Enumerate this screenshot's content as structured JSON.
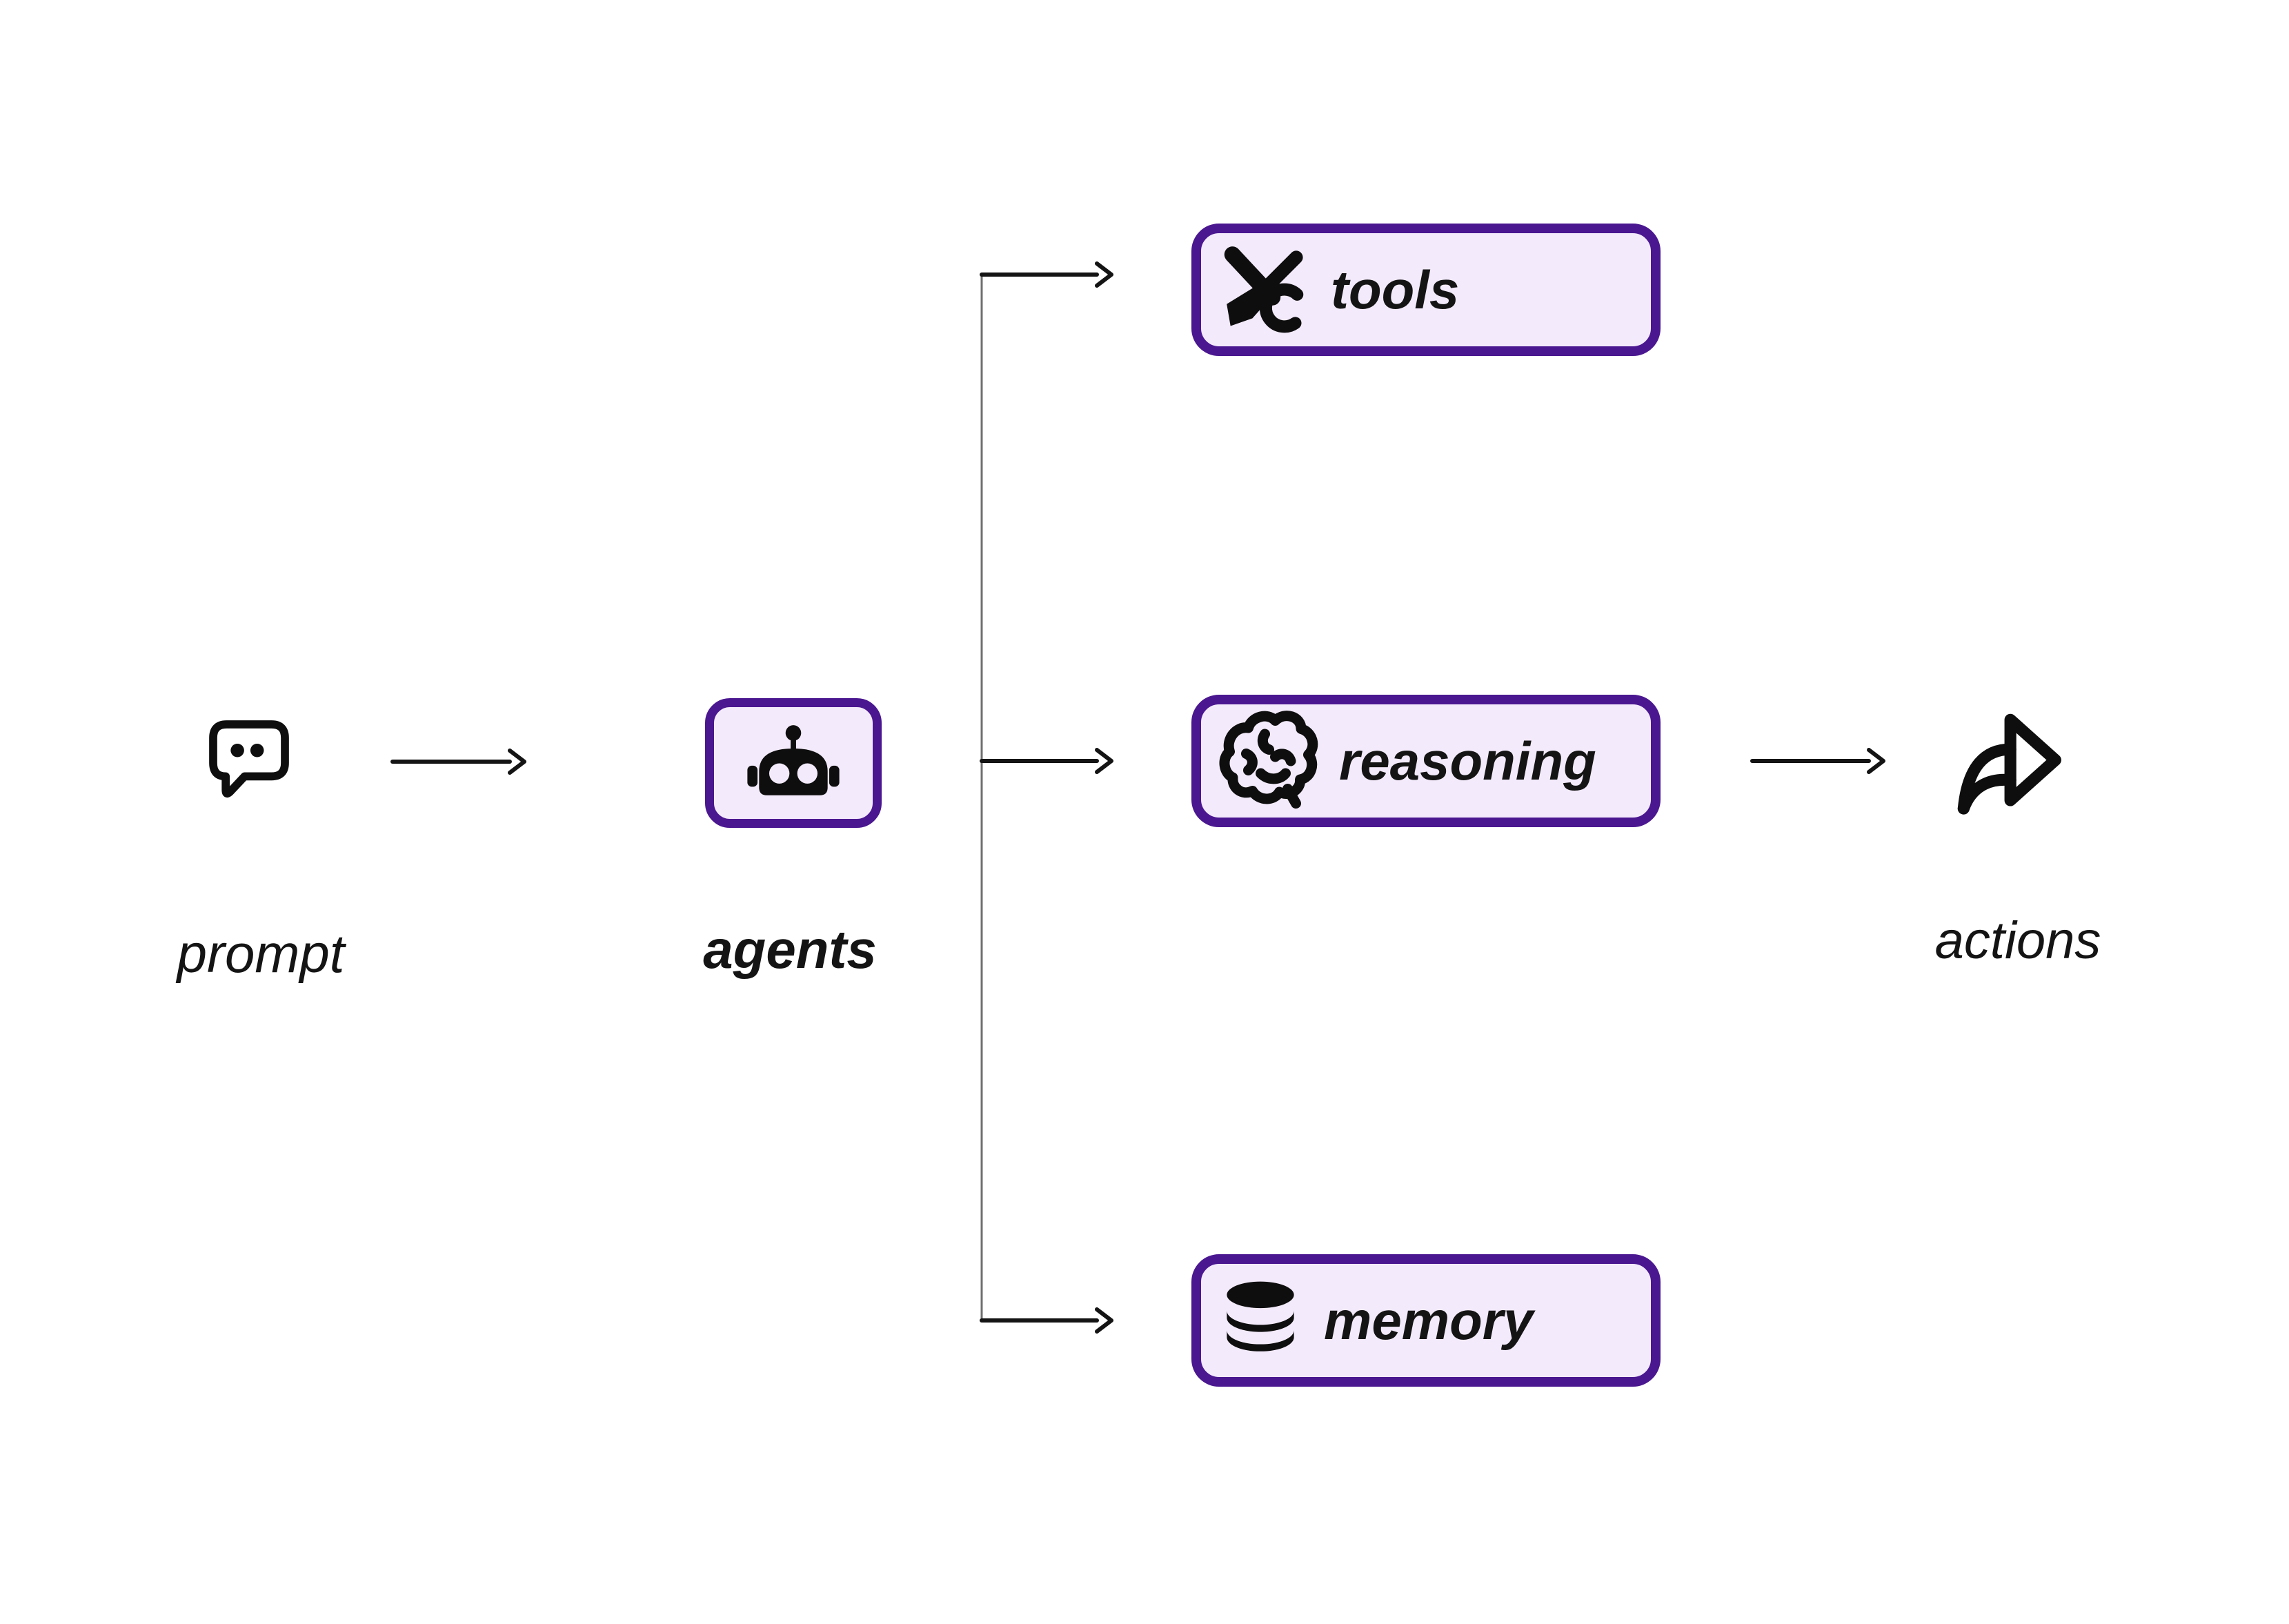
{
  "nodes": {
    "prompt": {
      "label": "prompt",
      "icon": "chat-bubble-icon"
    },
    "agents": {
      "label": "agents",
      "icon": "robot-icon"
    },
    "tools": {
      "label": "tools",
      "icon": "crossed-tools-icon"
    },
    "reasoning": {
      "label": "reasoning",
      "icon": "brain-icon"
    },
    "memory": {
      "label": "memory",
      "icon": "database-icon"
    },
    "actions": {
      "label": "actions",
      "icon": "share-arrow-icon"
    }
  },
  "edges": [
    {
      "from": "prompt",
      "to": "agents"
    },
    {
      "from": "agents",
      "to": "tools"
    },
    {
      "from": "agents",
      "to": "reasoning"
    },
    {
      "from": "agents",
      "to": "memory"
    },
    {
      "from": "reasoning",
      "to": "actions"
    }
  ],
  "colors": {
    "background": "#ffffff",
    "box_border": "#4a1790",
    "box_fill": "#f3eafb",
    "icon": "#0e0e0e",
    "text": "#141414",
    "arrow": "#141414",
    "trunk_line": "#6f6f6f"
  }
}
